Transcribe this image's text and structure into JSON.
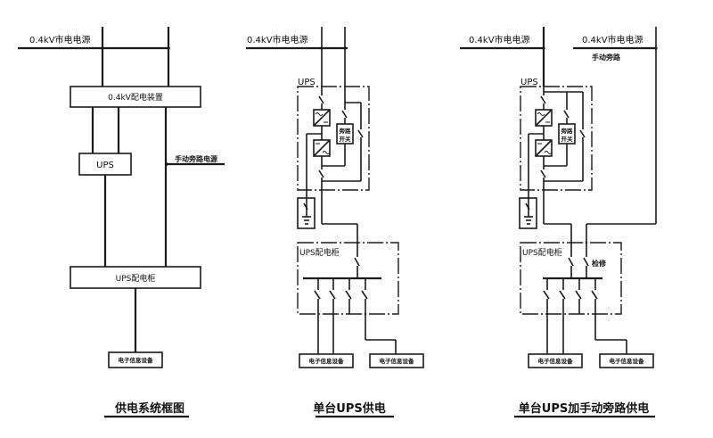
{
  "diagram1": {
    "source_label": "0.4kV市电电源",
    "distribution_label": "0.4kV配电装置",
    "ups_label": "UPS",
    "bypass_source_label": "手动旁路电源",
    "ups_panel_label": "UPS配电柜",
    "equipment_label": "电子信息设备",
    "caption": "供电系统框图"
  },
  "diagram2": {
    "source_label": "0.4kV市电电源",
    "ups_label": "UPS",
    "bypass_switch_label_1": "旁路",
    "bypass_switch_label_2": "开关",
    "ups_panel_label": "UPS配电柜",
    "equipment_labels": [
      "电子信息设备",
      "电子信息设备"
    ],
    "caption": "单台UPS供电"
  },
  "diagram3": {
    "source_label": "0.4kV市电电源",
    "bypass_source_label": "0.4kV市电电源",
    "manual_bypass_label": "手动旁路",
    "ups_label": "UPS",
    "bypass_switch_label_1": "旁路",
    "bypass_switch_label_2": "开关",
    "ups_panel_label": "UPS配电柜",
    "maintenance_label": "检修",
    "equipment_labels": [
      "电子信息设备",
      "电子信息设备"
    ],
    "caption": "单台UPS加手动旁路供电"
  }
}
